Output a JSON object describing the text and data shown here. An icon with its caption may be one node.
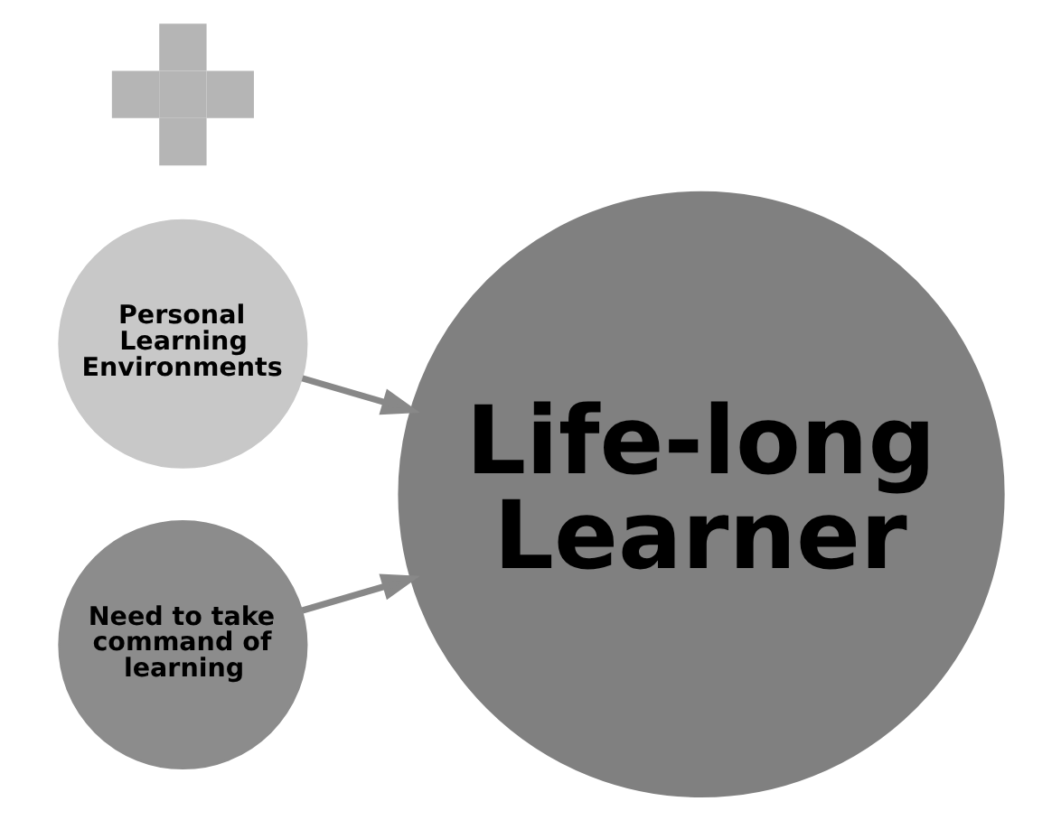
{
  "diagram": {
    "nodes": [
      {
        "text": [
          "Personal Learning Environments"
        ]
      },
      {
        "text": [],
        "shape": "cross"
      },
      {
        "text": [
          "Need to take command of learning"
        ]
      },
      {
        "text": [
          "Life-long Learner"
        ]
      }
    ],
    "edges": [
      {
        "from": 0,
        "to": 3,
        "arrow": "to"
      },
      {
        "from": 2,
        "to": 3,
        "arrow": "to"
      }
    ]
  }
}
